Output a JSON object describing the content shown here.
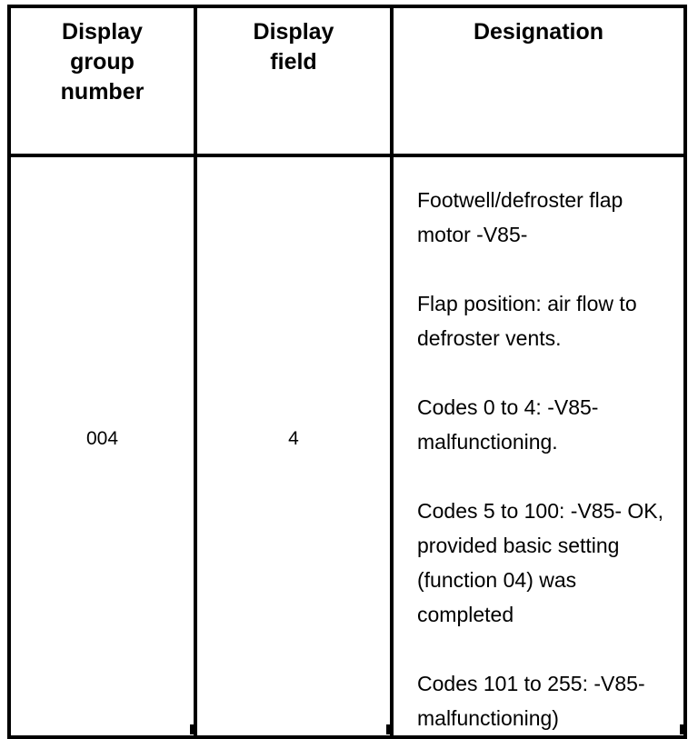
{
  "table": {
    "headers": [
      {
        "lines": [
          "Display",
          "group",
          "number"
        ]
      },
      {
        "lines": [
          "Display",
          "field"
        ]
      },
      {
        "lines": [
          "Designation"
        ]
      }
    ],
    "header_labels": {
      "display_group_number": "Display group number",
      "display_field": "Display field",
      "designation": "Designation"
    },
    "rows": [
      {
        "display_group_number": "004",
        "display_field": "4",
        "designation_paragraphs": [
          "Footwell/defroster flap motor -V85-",
          "Flap position: air flow to defroster vents.",
          "Codes 0 to 4: -V85- malfunctioning.",
          "Codes 5 to 100: -V85- OK, provided basic setting (function 04) was completed",
          "Codes 101 to 255: -V85- malfunctioning)"
        ]
      }
    ]
  },
  "colors": {
    "border": "#000000",
    "background": "#ffffff",
    "text": "#000000"
  }
}
